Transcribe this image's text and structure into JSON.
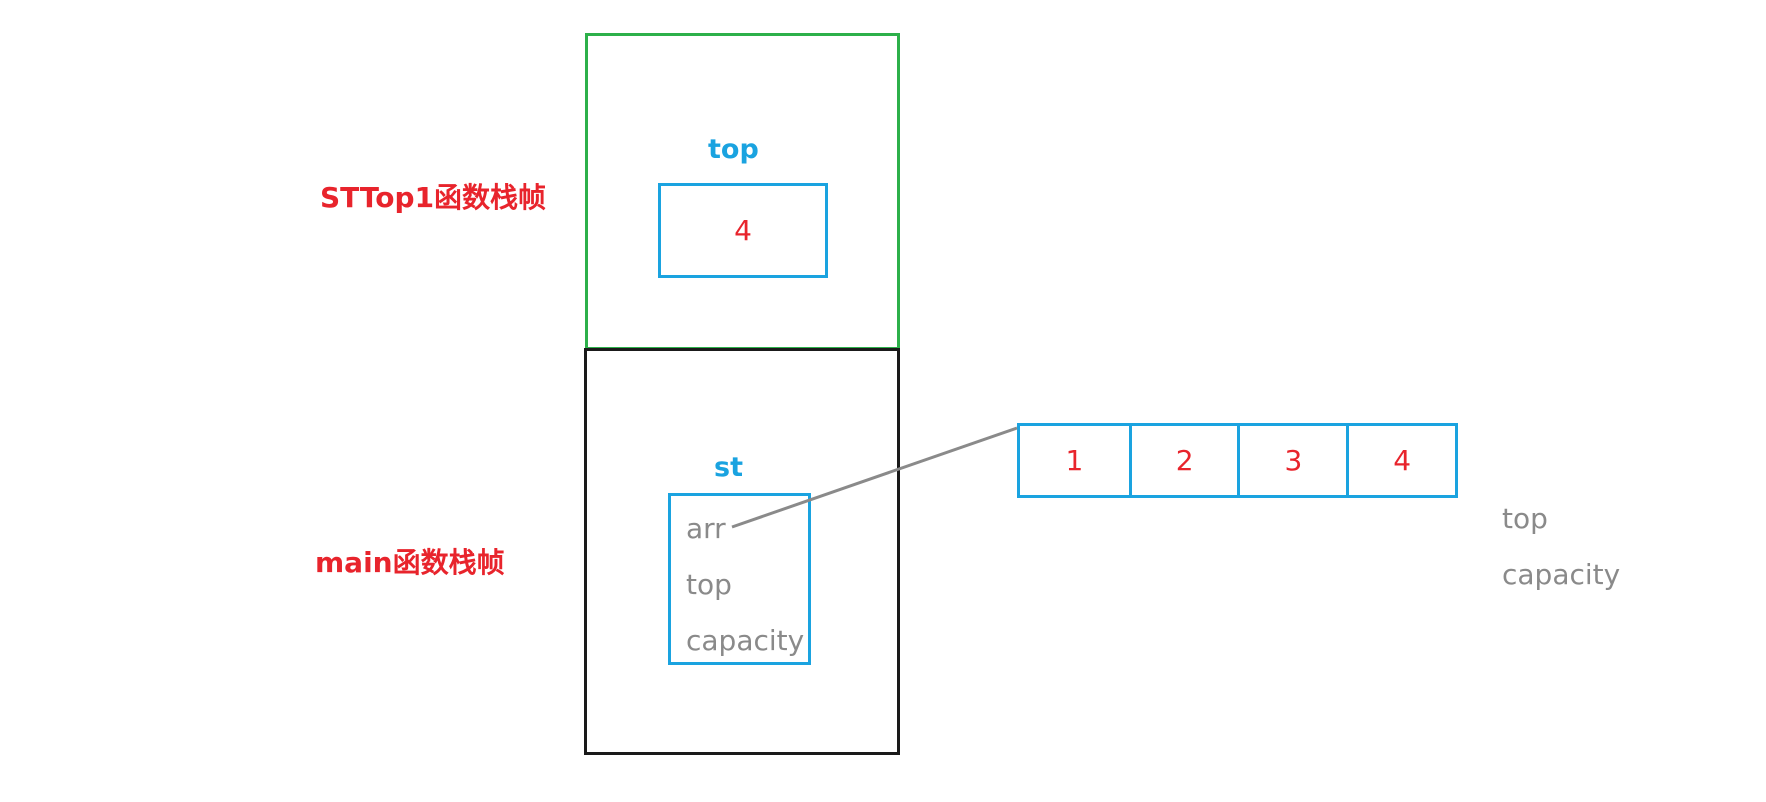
{
  "frames": {
    "sttop1_label": "STTop1函数栈帧",
    "main_label": "main函数栈帧"
  },
  "sttop1": {
    "var_name": "top",
    "value": "4"
  },
  "main": {
    "struct_name": "st",
    "fields": [
      "arr",
      "top",
      "capacity"
    ]
  },
  "array": {
    "cells": [
      "1",
      "2",
      "3",
      "4"
    ],
    "side_fields": [
      "top",
      "capacity"
    ]
  }
}
